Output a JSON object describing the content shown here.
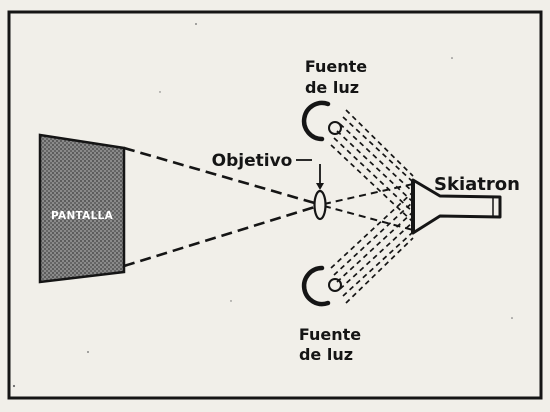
{
  "labels": {
    "screen": "PANTALLA",
    "objective": "Objetivo",
    "light_top_line1": "Fuente",
    "light_top_line2": "de luz",
    "light_bottom_line1": "Fuente",
    "light_bottom_line2": "de luz",
    "tube": "Skiatron"
  },
  "colors": {
    "ink": "#151515",
    "paper": "#f1efe9"
  }
}
